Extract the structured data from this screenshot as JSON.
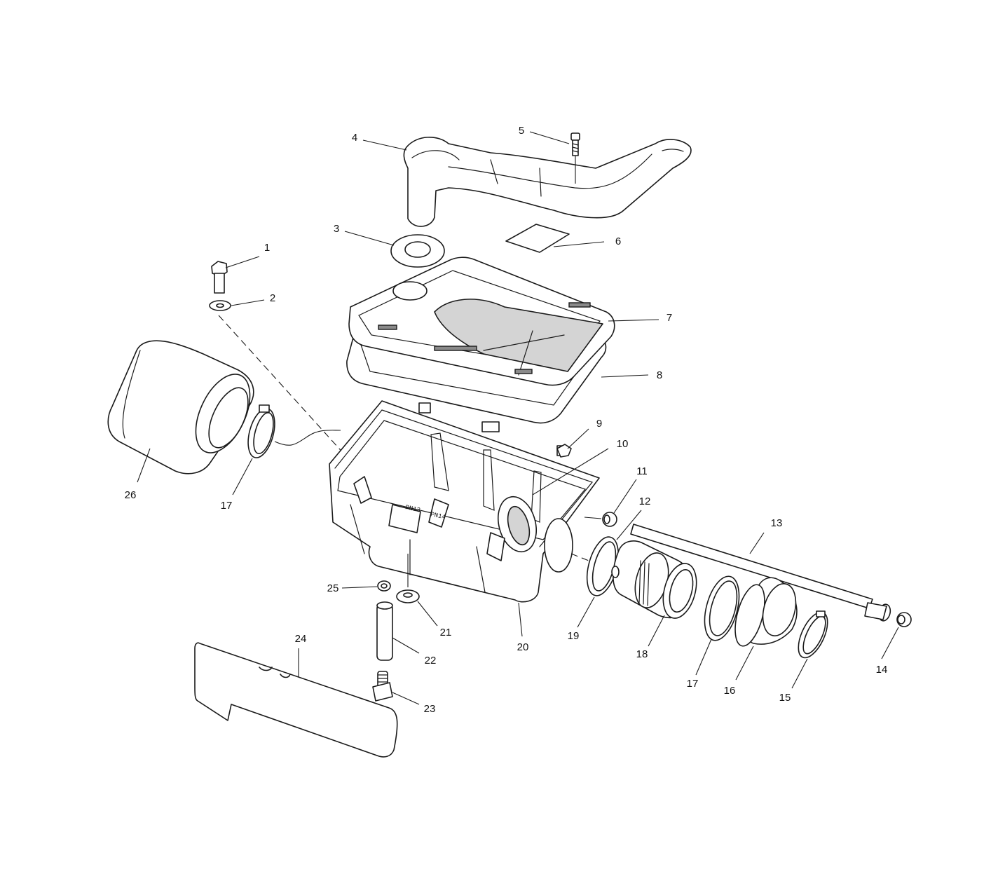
{
  "diagram": {
    "parts": [
      {
        "number": "1",
        "name": "bolt"
      },
      {
        "number": "2",
        "name": "washer"
      },
      {
        "number": "3",
        "name": "grommet"
      },
      {
        "number": "4",
        "name": "intake-duct"
      },
      {
        "number": "5",
        "name": "screw"
      },
      {
        "number": "6",
        "name": "decal"
      },
      {
        "number": "7",
        "name": "airbox-cover"
      },
      {
        "number": "8",
        "name": "cover-seal"
      },
      {
        "number": "9",
        "name": "clip"
      },
      {
        "number": "10",
        "name": "outlet-screen"
      },
      {
        "number": "11",
        "name": "bushing"
      },
      {
        "number": "12",
        "name": "flange-gasket"
      },
      {
        "number": "13",
        "name": "tube"
      },
      {
        "number": "14",
        "name": "end-cap"
      },
      {
        "number": "15",
        "name": "boot-clamp"
      },
      {
        "number": "16",
        "name": "boot"
      },
      {
        "number": "17",
        "name": "clamp"
      },
      {
        "number": "18",
        "name": "outlet-adapter"
      },
      {
        "number": "19",
        "name": "o-ring"
      },
      {
        "number": "20",
        "name": "airbox"
      },
      {
        "number": "21",
        "name": "grommet"
      },
      {
        "number": "22",
        "name": "drain-tube"
      },
      {
        "number": "23",
        "name": "drain-plug"
      },
      {
        "number": "24",
        "name": "foam-pad"
      },
      {
        "number": "25",
        "name": "drain-clamp"
      },
      {
        "number": "26",
        "name": "air-filter"
      }
    ],
    "stamp_left": "PN13",
    "stamp_right": "PN14"
  }
}
